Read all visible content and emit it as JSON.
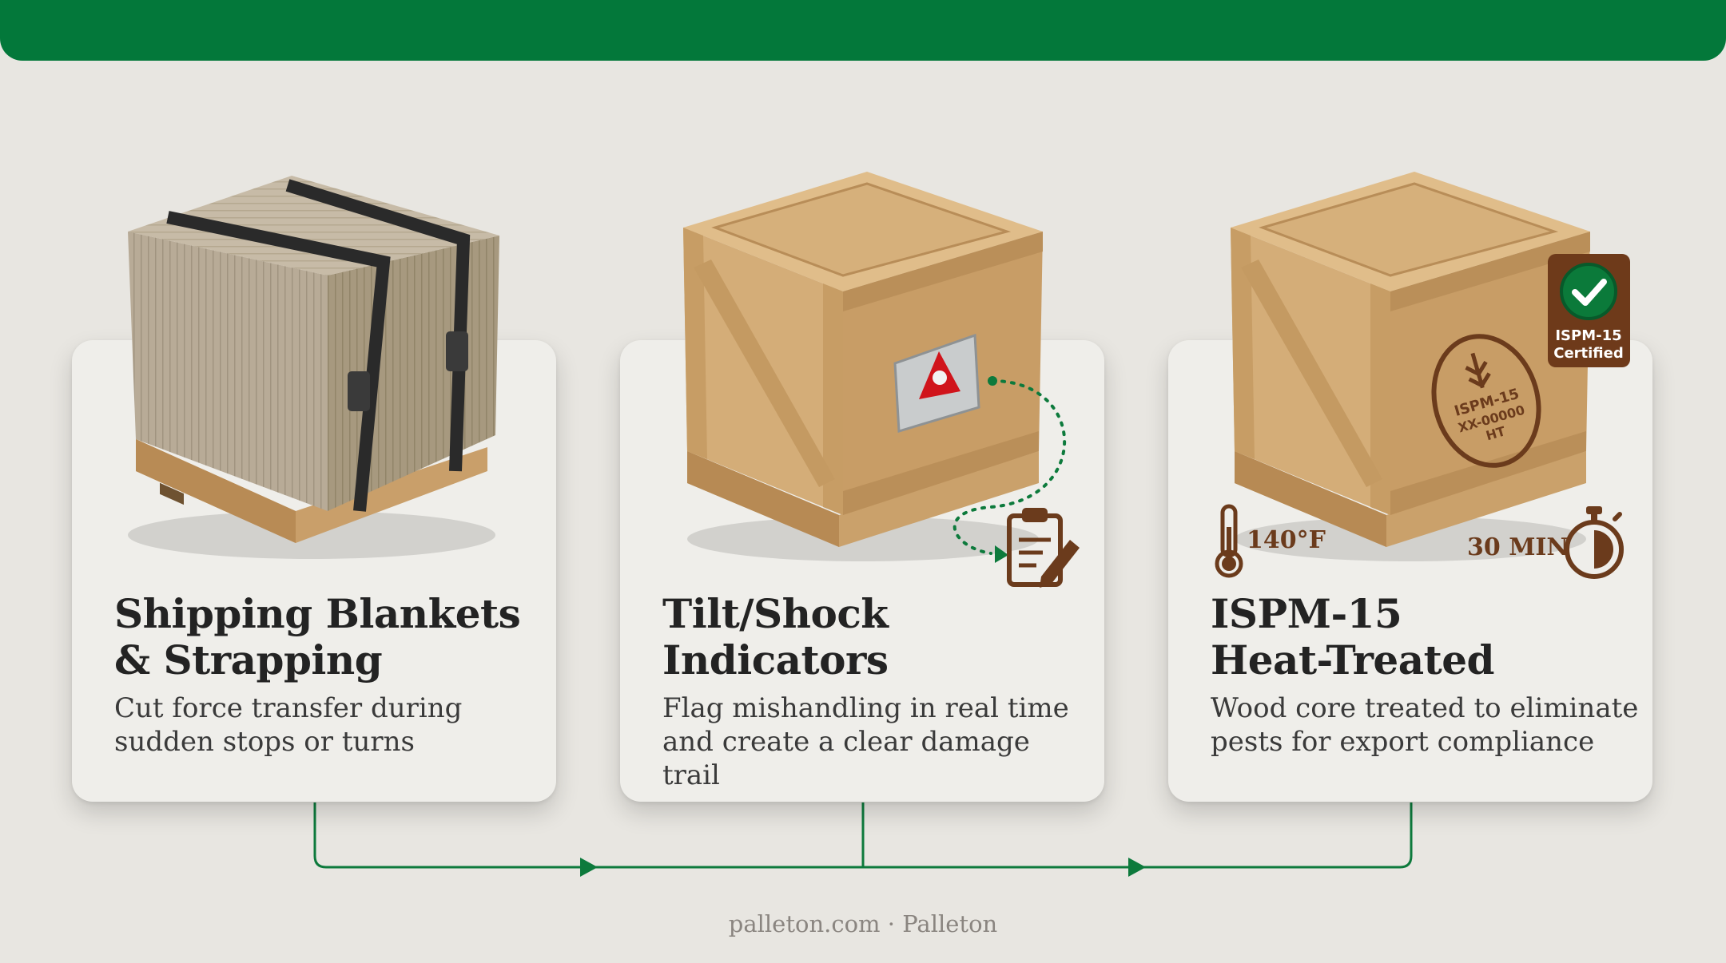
{
  "cards": [
    {
      "title_line1": "Shipping Blankets",
      "title_line2": "& Strapping",
      "desc_line1": "Cut force transfer during",
      "desc_line2": "sudden stops or turns"
    },
    {
      "title_line1": "Tilt/Shock",
      "title_line2": "Indicators",
      "desc_line1": "Flag mishandling in real time",
      "desc_line2": "and create a clear damage trail"
    },
    {
      "title_line1": "ISPM-15",
      "title_line2": "Heat-Treated",
      "desc_line1": "Wood core treated to eliminate",
      "desc_line2": "pests for export compliance"
    }
  ],
  "stamp": {
    "line1": "ISPM-15",
    "line2": "XX-00000",
    "line3": "HT"
  },
  "badge": {
    "line1": "ISPM-15",
    "line2": "Certified"
  },
  "temperature": "140°F",
  "duration": "30 MIN",
  "footer": "palleton.com · Palleton",
  "colors": {
    "brand_green": "#03783a",
    "accent_brown": "#6b3b1c",
    "background": "#e8e6e1",
    "card": "#efeeea"
  }
}
